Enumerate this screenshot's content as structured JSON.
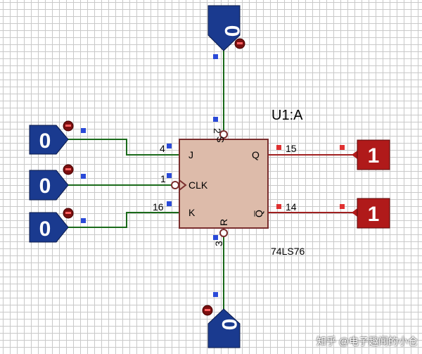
{
  "component": {
    "ref": "U1:A",
    "part": "74LS76",
    "pins": {
      "s": {
        "num": "2",
        "label": "S"
      },
      "j": {
        "num": "4",
        "label": "J"
      },
      "clk": {
        "num": "1",
        "label": "CLK"
      },
      "k": {
        "num": "16",
        "label": "K"
      },
      "r": {
        "num": "3",
        "label": "R"
      },
      "q": {
        "num": "15",
        "label": "Q"
      },
      "qbar": {
        "num": "14",
        "label": "Q̅"
      }
    }
  },
  "inputs": {
    "top": {
      "value": "0"
    },
    "j": {
      "value": "0"
    },
    "clk": {
      "value": "0"
    },
    "k": {
      "value": "0"
    },
    "bottom": {
      "value": "0"
    }
  },
  "outputs": {
    "q": {
      "value": "1"
    },
    "qbar": {
      "value": "1"
    }
  },
  "watermark": "知乎 @电子趣闻的小仓",
  "colors": {
    "low_probe": "#1a3a8f",
    "high_probe": "#b01a1a",
    "wire_low": "#1a6a1a",
    "wire_high": "#a02020",
    "chip_fill": "#ddbbaa"
  }
}
